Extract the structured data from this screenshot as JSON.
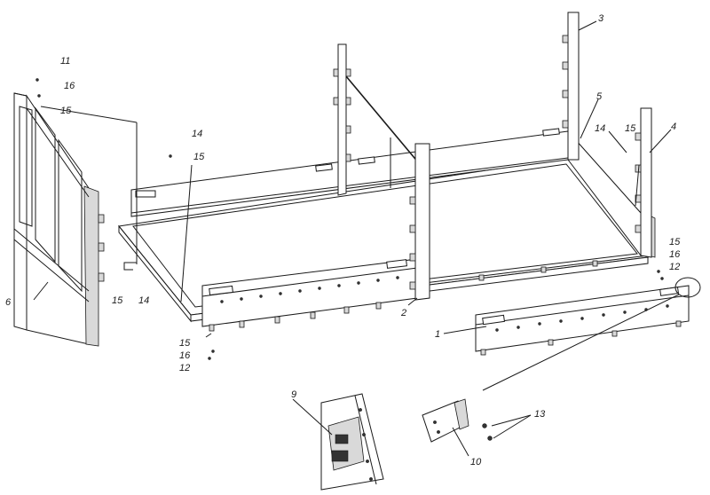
{
  "callouts": [
    {
      "id": "c1",
      "text": "1"
    },
    {
      "id": "c2",
      "text": "2"
    },
    {
      "id": "c3",
      "text": "3"
    },
    {
      "id": "c4",
      "text": "4"
    },
    {
      "id": "c5",
      "text": "5"
    },
    {
      "id": "c6",
      "text": "6"
    },
    {
      "id": "c9",
      "text": "9"
    },
    {
      "id": "c10",
      "text": "10"
    },
    {
      "id": "c11",
      "text": "11"
    },
    {
      "id": "c12a",
      "text": "12"
    },
    {
      "id": "c12b",
      "text": "12"
    },
    {
      "id": "c13",
      "text": "13"
    },
    {
      "id": "c14a",
      "text": "14"
    },
    {
      "id": "c14b",
      "text": "14"
    },
    {
      "id": "c14c",
      "text": "14"
    },
    {
      "id": "c15a",
      "text": "15"
    },
    {
      "id": "c15b",
      "text": "15"
    },
    {
      "id": "c15c",
      "text": "15"
    },
    {
      "id": "c15d",
      "text": "15"
    },
    {
      "id": "c15e",
      "text": "15"
    },
    {
      "id": "c15f",
      "text": "15"
    },
    {
      "id": "c16a",
      "text": "16"
    },
    {
      "id": "c16b",
      "text": "16"
    },
    {
      "id": "c16c",
      "text": "16"
    }
  ]
}
